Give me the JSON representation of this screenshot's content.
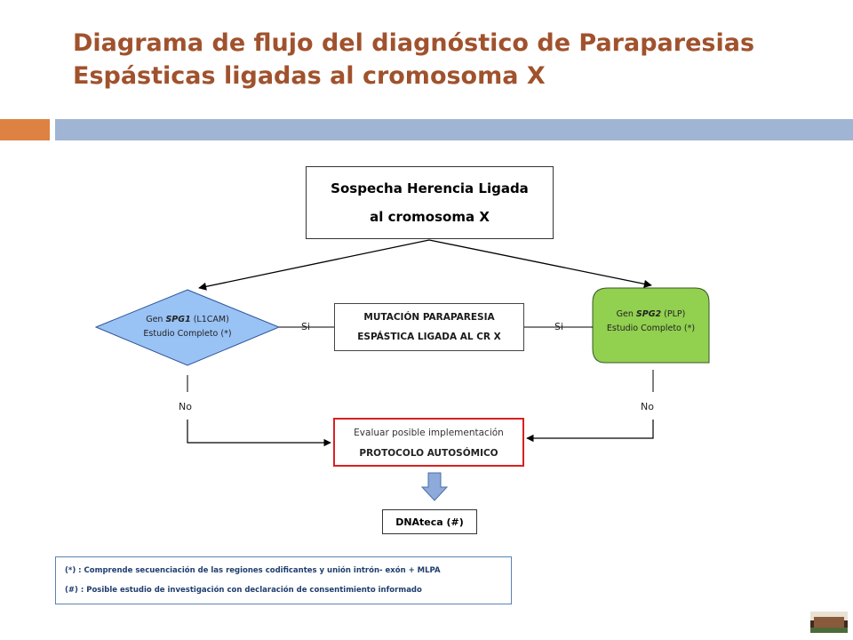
{
  "title": {
    "line1": "Diagrama de flujo del diagnóstico de Paraparesias",
    "line2": "Espásticas ligadas al cromosoma X"
  },
  "colors": {
    "title": "#a0522d",
    "accent_bar": "#dd8243",
    "header_bar": "#9fb5d3",
    "diamond_fill": "#99c2f5",
    "terminal_fill": "#92d050",
    "protocol_border": "#d92020",
    "arrow_fill": "#8eaadb"
  },
  "flow": {
    "start": {
      "line1": "Sospecha Herencia Ligada",
      "line2": "al cromosoma X"
    },
    "spg1": {
      "prefix": "Gen",
      "gene": "SPG1",
      "suffix": "(L1CAM)",
      "line2": "Estudio Completo (*)"
    },
    "spg2": {
      "prefix": "Gen",
      "gene": "SPG2",
      "suffix": "(PLP)",
      "line2": "Estudio Completo (*)"
    },
    "mutation": {
      "line1": "MUTACIÓN PARAPARESIA",
      "line2": "ESPÁSTICA LIGADA AL CR X"
    },
    "protocol": {
      "line1": "Evaluar posible implementación",
      "line2": "PROTOCOLO AUTOSÓMICO"
    },
    "dnateca": "DNAteca (#)",
    "labels": {
      "yes_left": "Si",
      "yes_right": "Si",
      "no_left": "No",
      "no_right": "No"
    }
  },
  "notes": {
    "line1": "(*) : Comprende secuenciación  de las regiones codificantes  y unión intrón- exón + MLPA",
    "line2": "(#) : Posible estudio de investigación  con declaración  de consentimiento  informado"
  }
}
